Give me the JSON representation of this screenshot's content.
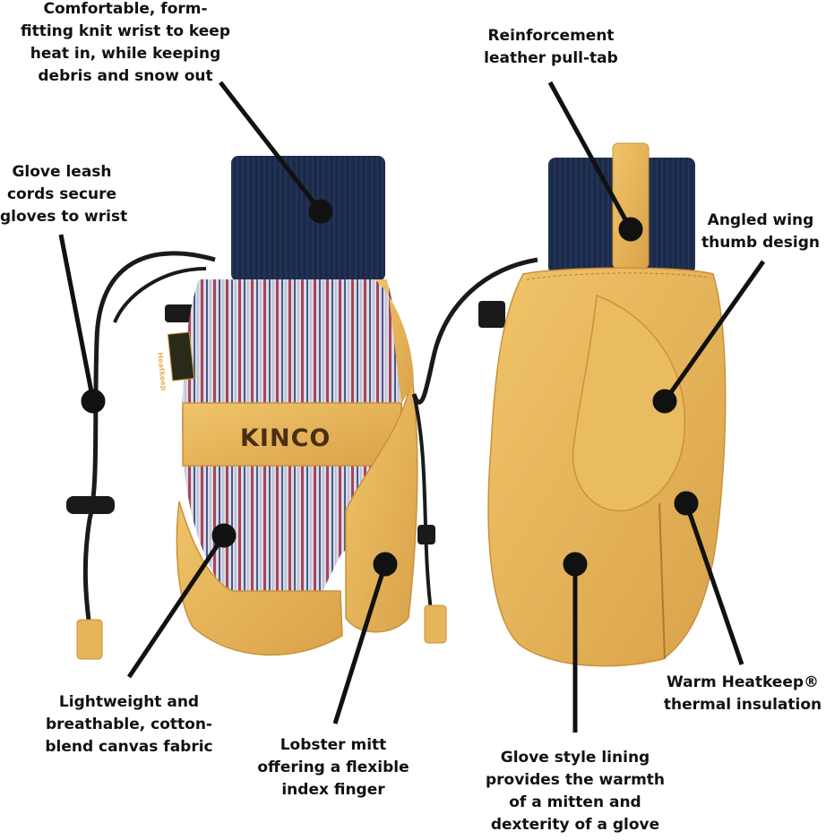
{
  "brand": "KINCO",
  "tag_text": "Heatkeep",
  "callouts": {
    "knit_wrist": [
      "Comfortable, form-",
      "fitting knit wrist to keep",
      "heat in, while keeping",
      "debris and snow out"
    ],
    "pull_tab": [
      "Reinforcement",
      "leather pull-tab"
    ],
    "leash": [
      "Glove leash",
      "cords secure",
      "gloves to wrist"
    ],
    "wing_thumb": [
      "Angled wing",
      "thumb design"
    ],
    "insulation": [
      "Warm Heatkeep®",
      "thermal insulation"
    ],
    "canvas": [
      "Lightweight and",
      "breathable, cotton-",
      "blend canvas fabric"
    ],
    "lobster": [
      "Lobster mitt",
      "offering a flexible",
      "index finger"
    ],
    "lining": [
      "Glove style lining",
      "provides the warmth",
      "of a mitten and",
      "dexterity of a glove"
    ]
  },
  "colors": {
    "leather": "#e6b45a",
    "leather_shadow": "#c9923a",
    "cuff_navy": "#1c2a4a",
    "canvas_base": "#d9dbe6",
    "canvas_stripe_red": "#a8445a",
    "canvas_stripe_blue": "#4a5a8a",
    "cord": "#1a1a1a"
  }
}
